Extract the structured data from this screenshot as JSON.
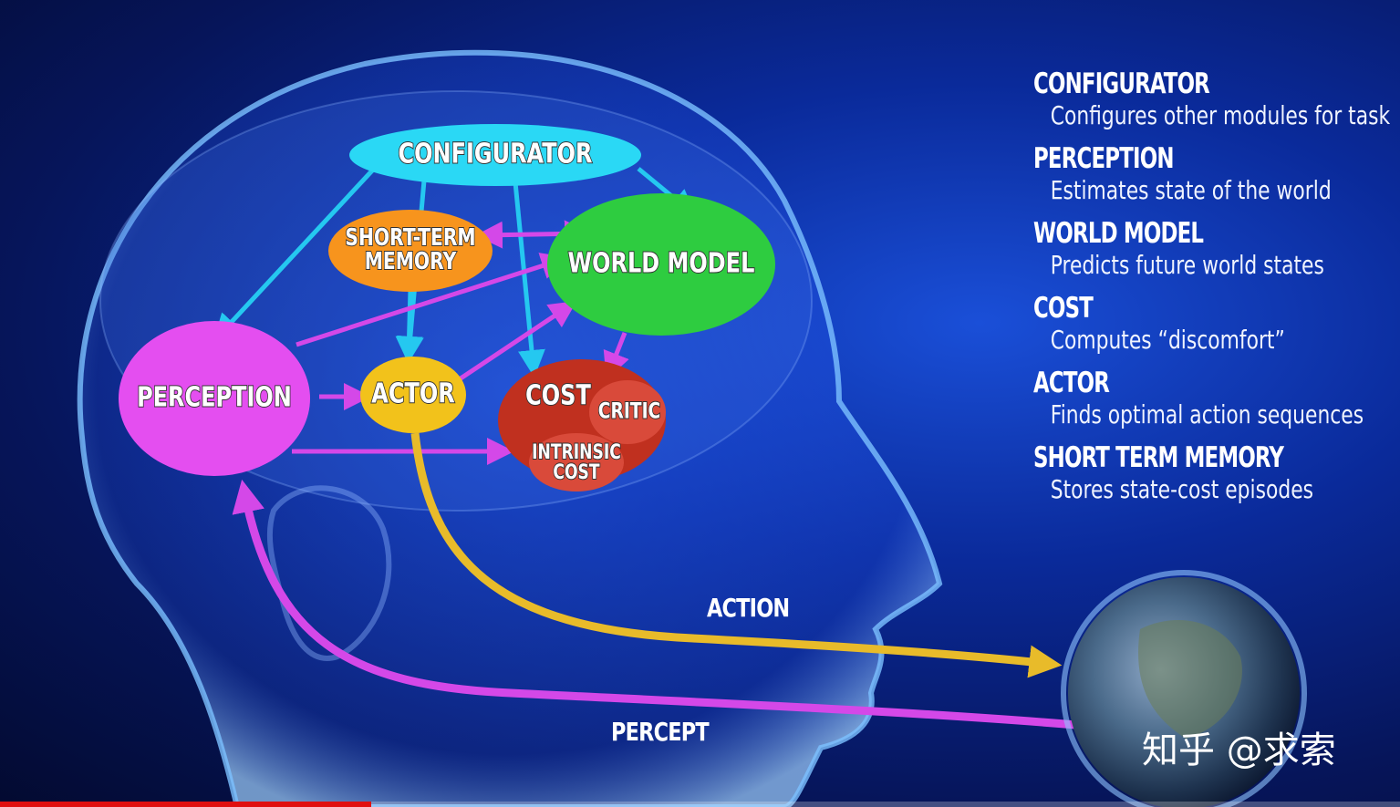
{
  "nodes": {
    "configurator": "CONFIGURATOR",
    "short_term_memory_1": "SHORT-TERM",
    "short_term_memory_2": "MEMORY",
    "world_model": "WORLD MODEL",
    "perception": "PERCEPTION",
    "actor": "ACTOR",
    "cost": "COST",
    "critic": "CRITIC",
    "intrinsic_cost_1": "INTRINSIC",
    "intrinsic_cost_2": "COST"
  },
  "flow": {
    "action": "ACTION",
    "percept": "PERCEPT"
  },
  "legend": [
    {
      "title": "CONFIGURATOR",
      "desc": "Configures other modules for task"
    },
    {
      "title": "PERCEPTION",
      "desc": "Estimates state of the world"
    },
    {
      "title": "WORLD MODEL",
      "desc": "Predicts future world states"
    },
    {
      "title": "COST",
      "desc": "Computes “discomfort”"
    },
    {
      "title": "ACTOR",
      "desc": "Finds optimal action sequences"
    },
    {
      "title": "SHORT TERM MEMORY",
      "desc": "Stores state-cost episodes"
    }
  ],
  "watermark": "知乎 @求索",
  "video_progress": 0.265,
  "colors": {
    "configurator": "#2ad8f5",
    "short_term_memory": "#f7941d",
    "world_model": "#2ecc40",
    "perception": "#e44ef0",
    "actor": "#f2c21b",
    "cost": "#c0301f",
    "arrow_cyan": "#25c8f0",
    "arrow_magenta": "#d448e8",
    "arrow_gold": "#e8bb2a"
  }
}
